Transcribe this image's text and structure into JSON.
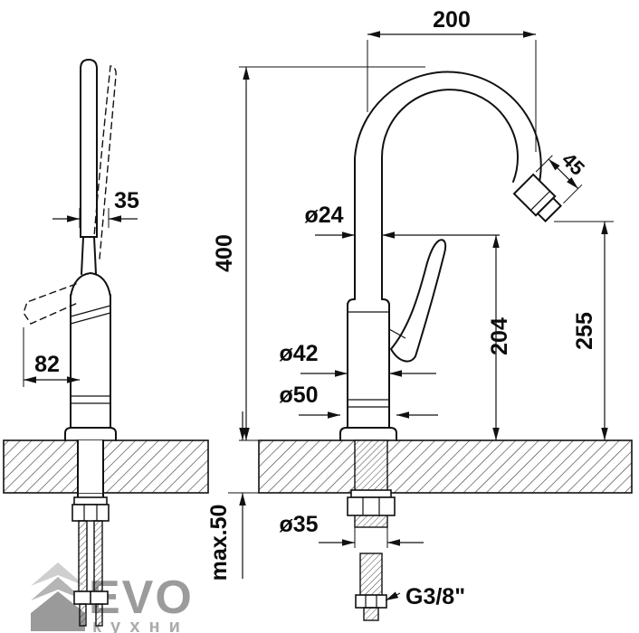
{
  "page": {
    "background": "#ffffff",
    "ink": "#111111",
    "watermark_color": "#9b9b9b"
  },
  "side_view": {
    "dims": {
      "handle_width": "35",
      "lever_reach": "82"
    }
  },
  "front_view": {
    "dims": {
      "spout_reach": "200",
      "height_to_spout_top": "400",
      "spout_tube_dia": "ø24",
      "aerator_length": "45",
      "outlet_tip_height": "255",
      "outlet_height": "204",
      "body_dia": "ø42",
      "base_dia": "ø50",
      "counter_max_thickness": "max.50",
      "mount_hole_dia": "ø35",
      "connection_thread": "G3/8\""
    }
  },
  "watermark": {
    "brand": "EVO",
    "subtitle": "кухни"
  }
}
